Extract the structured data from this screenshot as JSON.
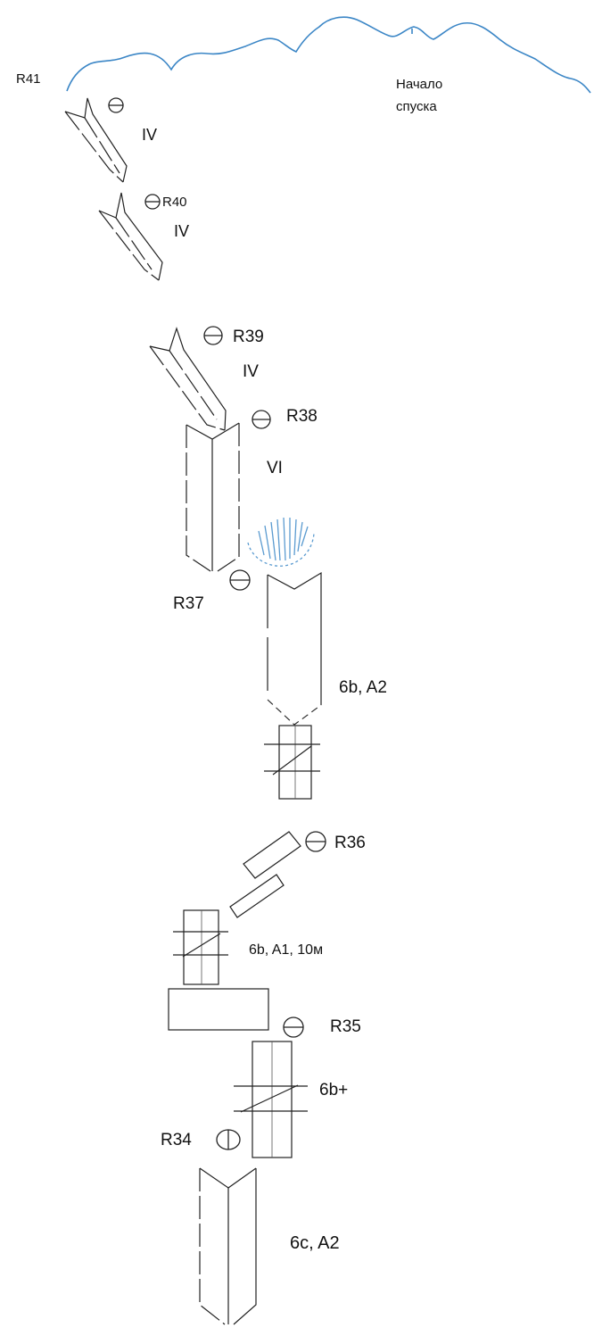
{
  "colors": {
    "ridge": "#3b86c6",
    "ink": "#222222",
    "icefall": "#5b9bd0"
  },
  "labels": {
    "r41": "R41",
    "start_line1": "Начало",
    "start_line2": "спуска",
    "grade_iv_1": "IV",
    "r40": "R40",
    "grade_iv_2": "IV",
    "r39": "R39",
    "grade_iv_3": "IV",
    "r38": "R38",
    "grade_vi": "VI",
    "r37": "R37",
    "grade_6b_a2": "6b, A2",
    "r36": "R36",
    "grade_6b_a1": "6b, A1, 10м",
    "r35": "R35",
    "grade_6b_plus": "6b+",
    "r34": "R34",
    "grade_6c_a2": "6c, A2"
  },
  "icons": [
    "anchor-bolt-icon",
    "crack-corner-icon",
    "chimney-icon",
    "roof-icon",
    "slab-icon",
    "icefall-icon"
  ]
}
